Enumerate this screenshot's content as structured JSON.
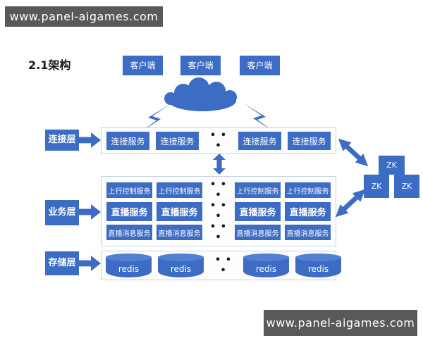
{
  "watermarks": {
    "top": "www.panel-aigames.com",
    "bottom": "www.panel-aigames.com"
  },
  "title": "2.1架构",
  "ellipsis": "• • •",
  "clients": [
    "客户端",
    "客户端",
    "客户端"
  ],
  "layers": {
    "connection": {
      "label": "连接层",
      "services": [
        "连接服务",
        "连接服务",
        "连接服务",
        "连接服务"
      ]
    },
    "business": {
      "label": "业务层",
      "rows": [
        {
          "cells": [
            "上行控制服务",
            "上行控制服务",
            "上行控制服务",
            "上行控制服务"
          ]
        },
        {
          "cells": [
            "直播服务",
            "直播服务",
            "直播服务",
            "直播服务"
          ]
        },
        {
          "cells": [
            "直播消息服务",
            "直播消息服务",
            "直播消息服务",
            "直播消息服务"
          ]
        }
      ]
    },
    "storage": {
      "label": "存储层",
      "nodes": [
        "redis",
        "redis",
        "redis",
        "redis"
      ]
    }
  },
  "zk": {
    "top": "ZK",
    "left": "ZK",
    "right": "ZK"
  },
  "colors": {
    "primary_blue": "#3c6cc4",
    "cylinder_top": "#5280d2",
    "container_border": "#c3cfe8",
    "watermark_bg": "#595959"
  }
}
